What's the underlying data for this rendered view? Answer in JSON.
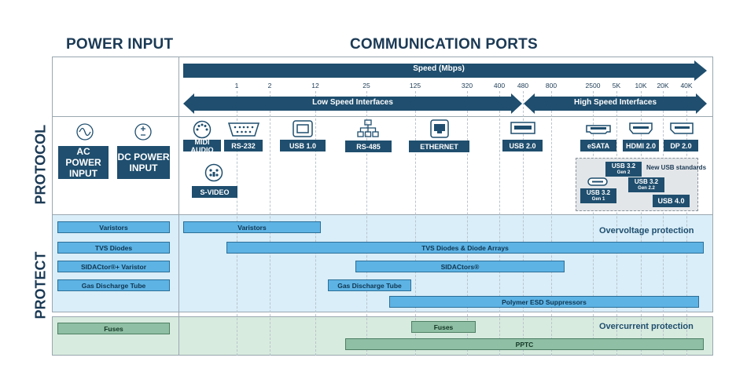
{
  "headers": {
    "power_input": "POWER INPUT",
    "communication_ports": "COMMUNICATION PORTS"
  },
  "rows": {
    "protocol": "PROTOCOL",
    "protect": "PROTECT"
  },
  "speed": {
    "title": "Speed (Mbps)",
    "ticks": [
      "1",
      "2",
      "12",
      "25",
      "125",
      "320",
      "400",
      "480",
      "800",
      "2500",
      "5K",
      "10K",
      "20K",
      "40K"
    ]
  },
  "interfaces": {
    "low": "Low Speed Interfaces",
    "high": "High Speed Interfaces"
  },
  "power": {
    "ac": "AC POWER INPUT",
    "dc": "DC POWER INPUT"
  },
  "ports": {
    "midi": "MIDI AUDIO",
    "rs232": "RS-232",
    "usb1": "USB 1.0",
    "rs485": "RS-485",
    "ethernet": "ETHERNET",
    "usb2": "USB 2.0",
    "esata": "eSATA",
    "hdmi": "HDMI 2.0",
    "dp": "DP 2.0",
    "svideo": "S-VIDEO"
  },
  "usb_new": {
    "title": "New USB standards",
    "g1_name": "USB 3.2",
    "g1_gen": "Gen 1",
    "g2_name": "USB 3.2",
    "g2_gen": "Gen 2",
    "g22_name": "USB 3.2",
    "g22_gen": "Gen 2.2",
    "usb4": "USB 4.0"
  },
  "protect_left": {
    "varistors": "Varistors",
    "tvs": "TVS Diodes",
    "sidactor_varistor": "SIDACtor®+ Varistor",
    "gdt": "Gas Discharge Tube",
    "fuses": "Fuses"
  },
  "protect_bars": {
    "varistors": "Varistors",
    "tvs": "TVS Diodes & Diode Arrays",
    "sidactors": "SIDACtors®",
    "gdt": "Gas Discharge Tube",
    "polymer": "Polymer ESD Suppressors",
    "fuses": "Fuses",
    "pptc": "PPTC"
  },
  "notes": {
    "overvoltage": "Overvoltage protection",
    "overcurrent": "Overcurrent protection"
  },
  "colors": {
    "navy": "#1f4e6e",
    "light_blue_bg": "#d9eef9",
    "light_green_bg": "#d8ebdf",
    "bar_blue": "#5db3e4",
    "bar_green": "#8fbfa4"
  }
}
